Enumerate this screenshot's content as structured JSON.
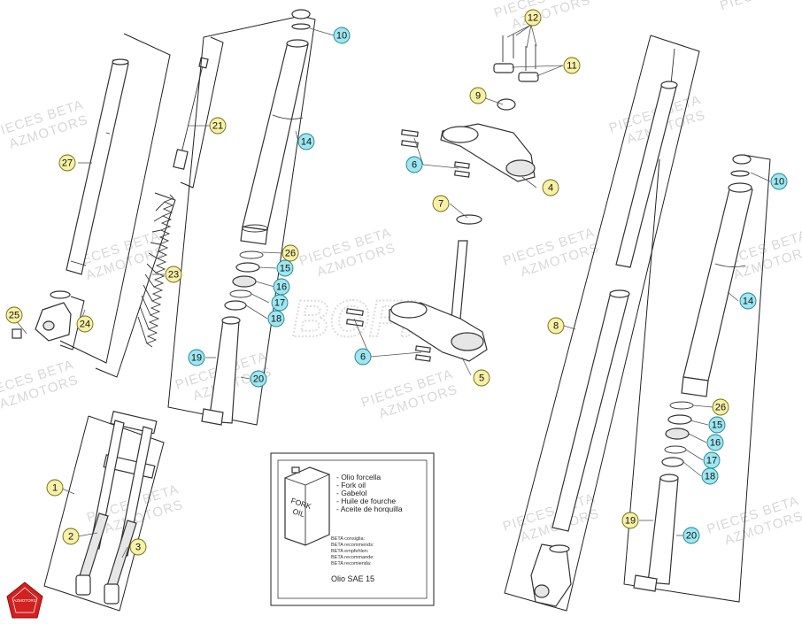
{
  "watermark": {
    "line1": "PIECES BETA",
    "line2": "AZMOTORS"
  },
  "ghost_logo": "BOFI",
  "brand_logo": "AZMOTORS",
  "oil_box": {
    "can_label_1": "FORK",
    "can_label_2": "OIL",
    "lines": [
      "- Olio forcella",
      "- Fork oil",
      "- Gabelol",
      "- Huile de fourche",
      "- Aceite de horquilla"
    ],
    "recommend_lines": [
      "BETA consiglia:",
      "BETA recommends:",
      "BETA empfehlen:",
      "BETA recommande:",
      "BETA recomienda:"
    ],
    "sae": "Olio SAE 15"
  },
  "callouts": [
    {
      "id": "c1",
      "n": "1",
      "style": "yellow"
    },
    {
      "id": "c2",
      "n": "2",
      "style": "yellow"
    },
    {
      "id": "c3",
      "n": "3",
      "style": "yellow"
    },
    {
      "id": "c4",
      "n": "4",
      "style": "yellow"
    },
    {
      "id": "c5",
      "n": "5",
      "style": "yellow"
    },
    {
      "id": "c6a",
      "n": "6",
      "style": "cyan"
    },
    {
      "id": "c6b",
      "n": "6",
      "style": "cyan"
    },
    {
      "id": "c7",
      "n": "7",
      "style": "yellow"
    },
    {
      "id": "c8",
      "n": "8",
      "style": "yellow"
    },
    {
      "id": "c9",
      "n": "9",
      "style": "yellow"
    },
    {
      "id": "c10a",
      "n": "10",
      "style": "cyan"
    },
    {
      "id": "c10b",
      "n": "10",
      "style": "cyan"
    },
    {
      "id": "c11",
      "n": "11",
      "style": "yellow"
    },
    {
      "id": "c12",
      "n": "12",
      "style": "yellow"
    },
    {
      "id": "c14a",
      "n": "14",
      "style": "cyan"
    },
    {
      "id": "c14b",
      "n": "14",
      "style": "cyan"
    },
    {
      "id": "c15a",
      "n": "15",
      "style": "cyan"
    },
    {
      "id": "c15b",
      "n": "15",
      "style": "cyan"
    },
    {
      "id": "c16a",
      "n": "16",
      "style": "cyan"
    },
    {
      "id": "c16b",
      "n": "16",
      "style": "cyan"
    },
    {
      "id": "c17a",
      "n": "17",
      "style": "cyan"
    },
    {
      "id": "c17b",
      "n": "17",
      "style": "cyan"
    },
    {
      "id": "c18a",
      "n": "18",
      "style": "cyan"
    },
    {
      "id": "c18b",
      "n": "18",
      "style": "cyan"
    },
    {
      "id": "c19a",
      "n": "19",
      "style": "cyan"
    },
    {
      "id": "c19b",
      "n": "19",
      "style": "yellow"
    },
    {
      "id": "c20a",
      "n": "20",
      "style": "cyan"
    },
    {
      "id": "c20b",
      "n": "20",
      "style": "cyan"
    },
    {
      "id": "c21",
      "n": "21",
      "style": "yellow"
    },
    {
      "id": "c23",
      "n": "23",
      "style": "yellow"
    },
    {
      "id": "c24",
      "n": "24",
      "style": "yellow"
    },
    {
      "id": "c25",
      "n": "25",
      "style": "yellow"
    },
    {
      "id": "c26a",
      "n": "26",
      "style": "yellow"
    },
    {
      "id": "c26b",
      "n": "26",
      "style": "yellow"
    },
    {
      "id": "c27",
      "n": "27",
      "style": "yellow"
    }
  ],
  "colors": {
    "yellow_bubble": "#f7f0a8",
    "cyan_bubble": "#9ee7f0",
    "logo_red": "#d32020"
  }
}
